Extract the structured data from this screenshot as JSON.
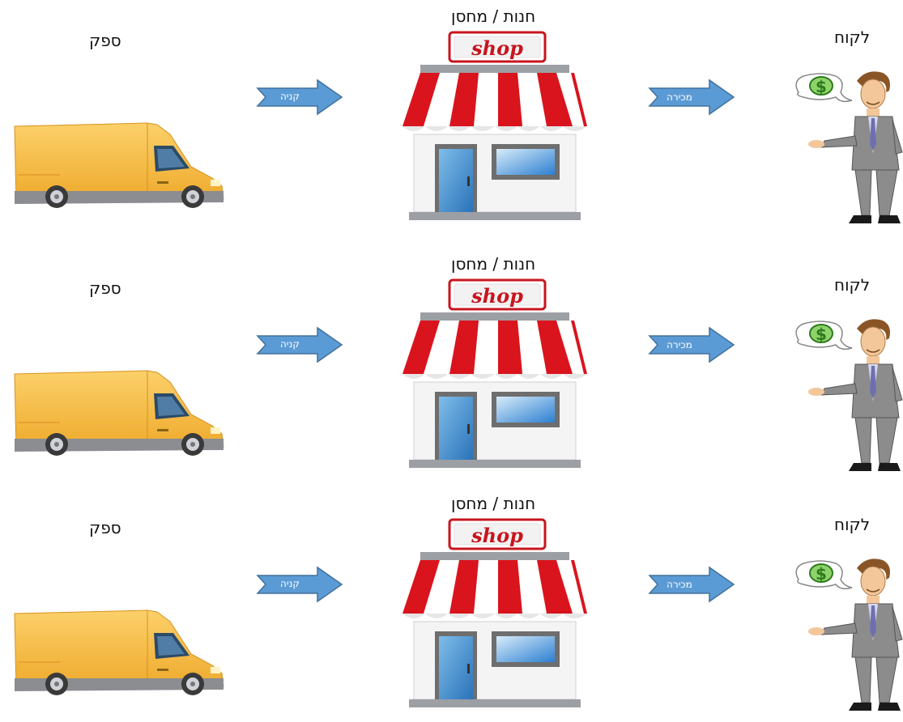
{
  "rows": [
    {
      "supplier": "ספק",
      "shop": "חנות / מחסן",
      "customer": "לקוח",
      "buy": "קניה",
      "sell": "מכירה",
      "sign": "shop",
      "money": "$"
    },
    {
      "supplier": "ספק",
      "shop": "חנות / מחסן",
      "customer": "לקוח",
      "buy": "קניה",
      "sell": "מכירה",
      "sign": "shop",
      "money": "$"
    },
    {
      "supplier": "ספק",
      "shop": "חנות / מחסן",
      "customer": "לקוח",
      "buy": "קניה",
      "sell": "מכירה",
      "sign": "shop",
      "money": "$"
    }
  ],
  "colors": {
    "arrow": "#5b9bd5",
    "arrow_border": "#41719c",
    "truck_body": "#f4b63b",
    "awning_red": "#d9141c",
    "sign_red": "#c8151d",
    "suit_gray": "#8c8c8c"
  }
}
